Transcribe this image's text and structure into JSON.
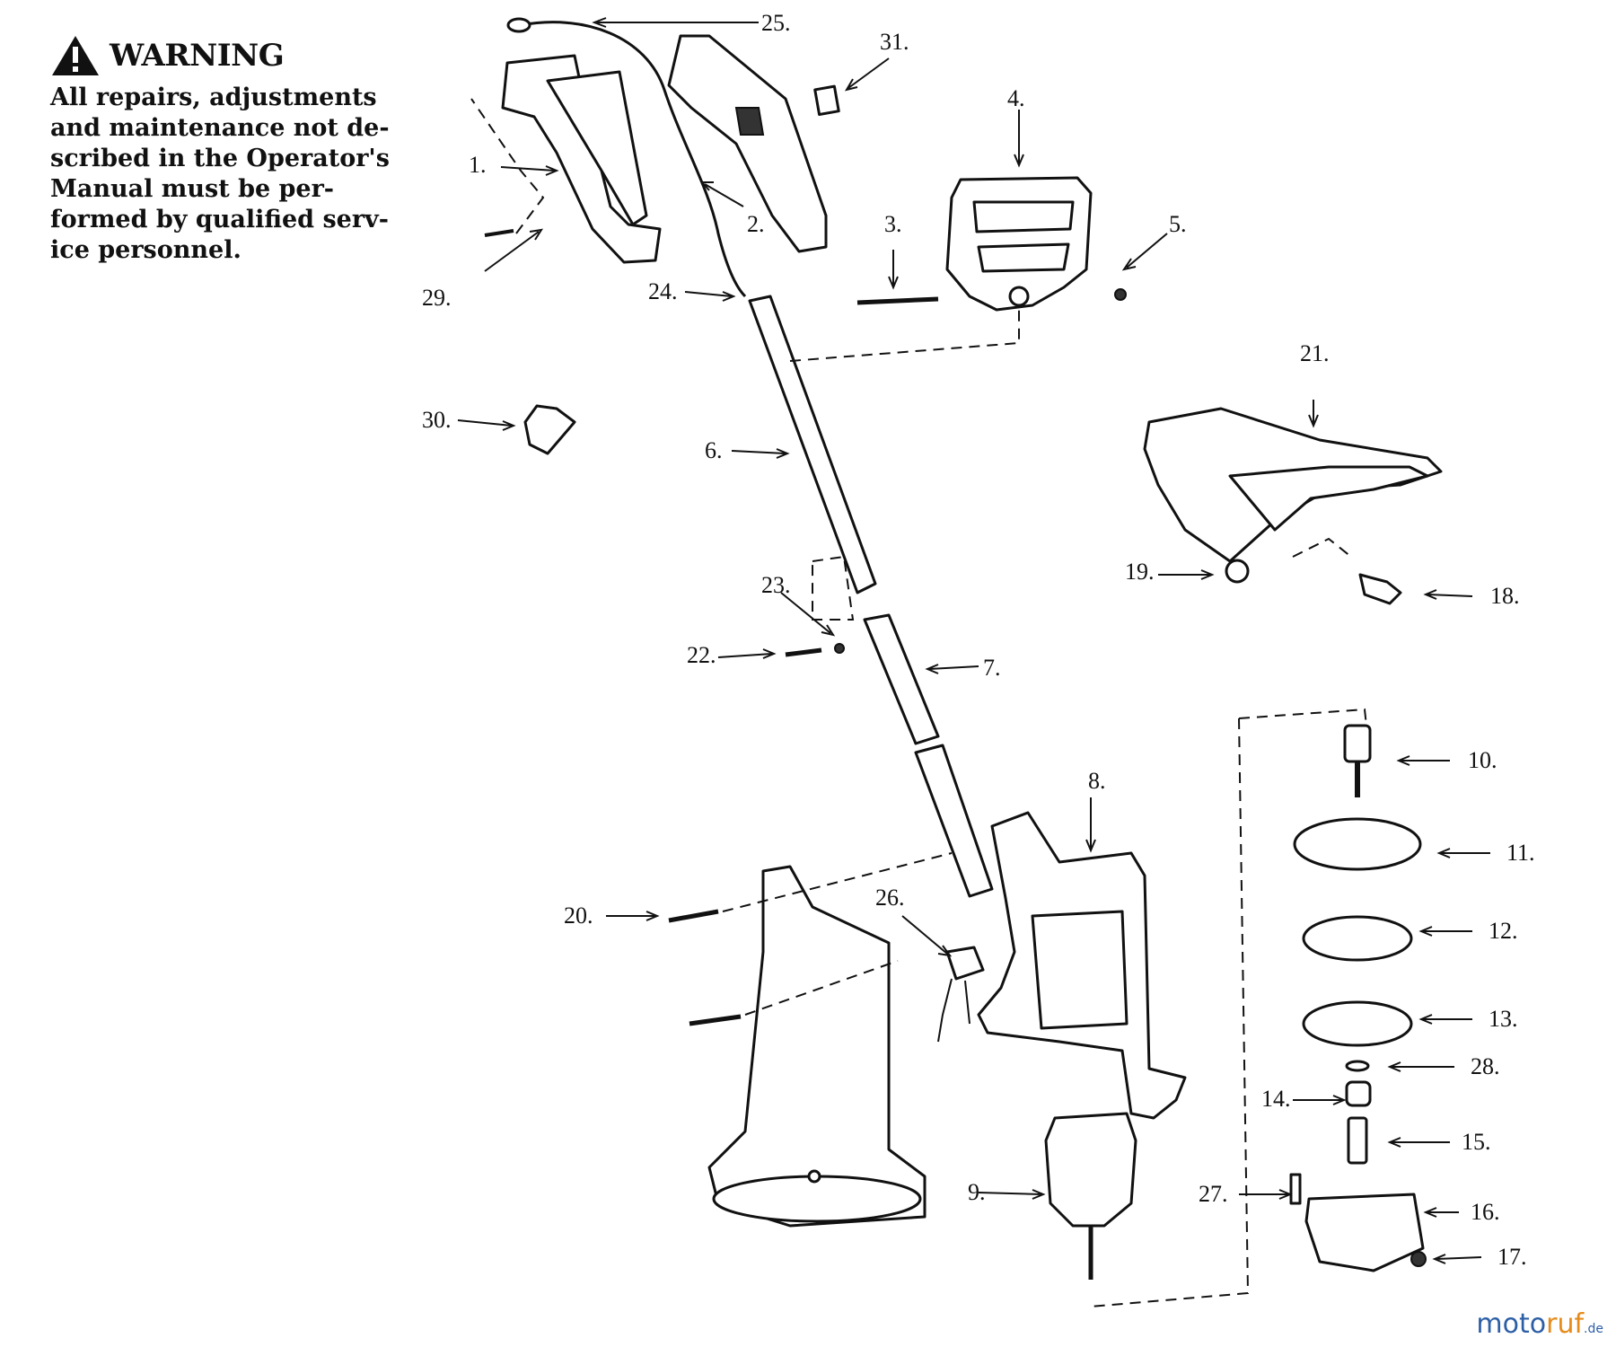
{
  "warning": {
    "title": "WARNING",
    "lines": [
      "All repairs, adjustments",
      "and maintenance not de-",
      "scribed in the Operator's",
      "Manual must be per-",
      "formed by qualified serv-",
      "ice personnel."
    ]
  },
  "callouts": [
    "1.",
    "2.",
    "3.",
    "4.",
    "5.",
    "6.",
    "7.",
    "8.",
    "9.",
    "10.",
    "11.",
    "12.",
    "13.",
    "14.",
    "15.",
    "16.",
    "17.",
    "18.",
    "19.",
    "20.",
    "21.",
    "22.",
    "23.",
    "24.",
    "25.",
    "26.",
    "27.",
    "28.",
    "29.",
    "30.",
    "31."
  ],
  "watermark": {
    "part1": "moto",
    "part2": "ruf",
    "part3": ".de"
  }
}
